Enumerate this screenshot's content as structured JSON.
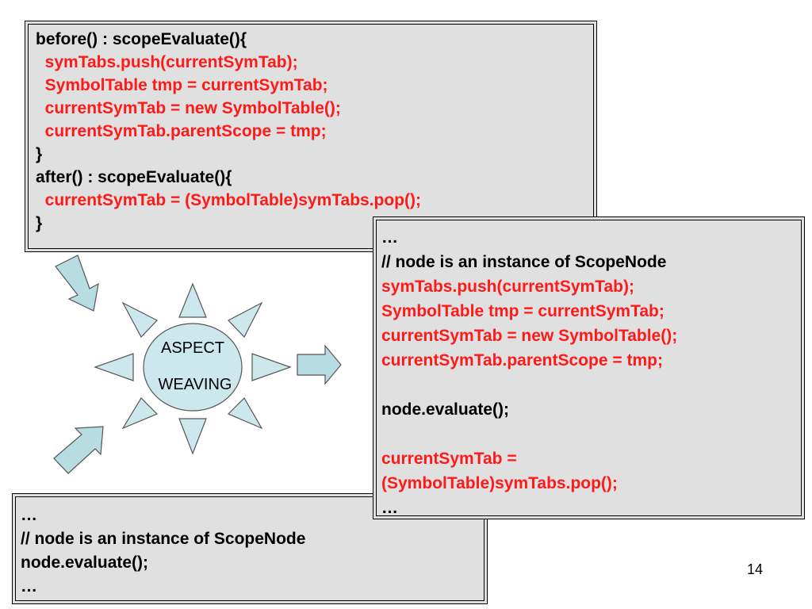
{
  "aspect_code": {
    "lines": [
      {
        "text": "before() : scopeEvaluate(){",
        "color": "black"
      },
      {
        "text": "  symTabs.push(currentSymTab);",
        "color": "red"
      },
      {
        "text": "  SymbolTable tmp = currentSymTab;",
        "color": "red"
      },
      {
        "text": "  currentSymTab = new SymbolTable();",
        "color": "red"
      },
      {
        "text": "  currentSymTab.parentScope = tmp;",
        "color": "red"
      },
      {
        "text": "}",
        "color": "black"
      },
      {
        "text": "after() : scopeEvaluate(){",
        "color": "black"
      },
      {
        "text": "  currentSymTab = (SymbolTable)symTabs.pop();",
        "color": "red"
      },
      {
        "text": "}",
        "color": "black"
      }
    ]
  },
  "woven_code": {
    "lines": [
      {
        "text": "…",
        "color": "black"
      },
      {
        "text": "// node is an instance of ScopeNode",
        "color": "black"
      },
      {
        "text": "symTabs.push(currentSymTab);",
        "color": "red"
      },
      {
        "text": "SymbolTable tmp = currentSymTab;",
        "color": "red"
      },
      {
        "text": "currentSymTab = new SymbolTable();",
        "color": "red"
      },
      {
        "text": "currentSymTab.parentScope = tmp;",
        "color": "red"
      },
      {
        "text": "",
        "color": "black"
      },
      {
        "text": "node.evaluate();",
        "color": "black"
      },
      {
        "text": "",
        "color": "black"
      },
      {
        "text": "currentSymTab =",
        "color": "red"
      },
      {
        "text": "(SymbolTable)symTabs.pop();",
        "color": "red"
      },
      {
        "text": "…",
        "color": "black"
      }
    ]
  },
  "base_code": {
    "lines": [
      {
        "text": "…",
        "color": "black"
      },
      {
        "text": "// node is an instance of ScopeNode",
        "color": "black"
      },
      {
        "text": "node.evaluate();",
        "color": "black"
      },
      {
        "text": "…",
        "color": "black"
      }
    ]
  },
  "center": {
    "label_line1": "ASPECT",
    "label_line2": "WEAVING"
  },
  "page_number": "14",
  "colors": {
    "box_fill": "#e0e0e0",
    "code_red": "#ff1a1a",
    "shape_fill": "#cce8ec",
    "arrow_fill": "#b7dde3"
  }
}
